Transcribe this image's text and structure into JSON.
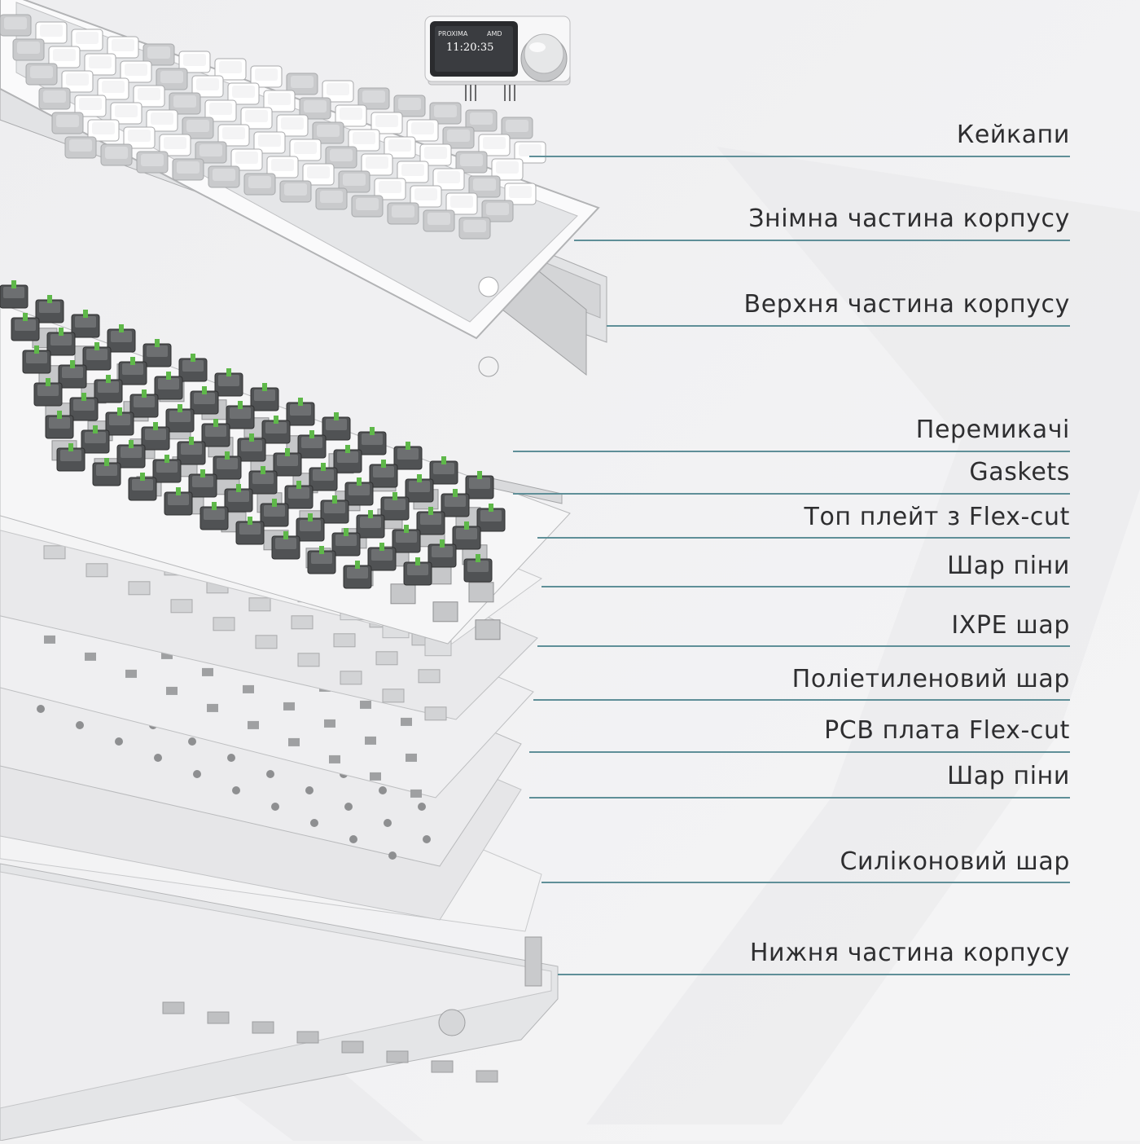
{
  "display_module": {
    "brand_left": "PROXIMA",
    "brand_right": "AMD",
    "time": "11:20:35"
  },
  "callouts": [
    {
      "id": "keycaps",
      "text": "Кейкапи"
    },
    {
      "id": "removable-case-part",
      "text": "Знімна частина корпусу"
    },
    {
      "id": "top-case",
      "text": "Верхня частина корпусу"
    },
    {
      "id": "switches",
      "text": "Перемикачі"
    },
    {
      "id": "gaskets",
      "text": "Gaskets"
    },
    {
      "id": "top-plate",
      "text": "Топ плейт з Flex-cut"
    },
    {
      "id": "foam-layer-1",
      "text": "Шар піни"
    },
    {
      "id": "ixpe-layer",
      "text": "IXPE шар"
    },
    {
      "id": "polyethylene-layer",
      "text": "Поліетиленовий шар"
    },
    {
      "id": "pcb",
      "text": "PCB плата Flex-cut"
    },
    {
      "id": "foam-layer-2",
      "text": "Шар піни"
    },
    {
      "id": "silicone-layer",
      "text": "Силіконовий шар"
    },
    {
      "id": "bottom-case",
      "text": "Нижня частина корпусу"
    }
  ],
  "colors": {
    "background": "#f1f1f2",
    "leader_line": "#5f8f98",
    "label_text": "#2e2e30",
    "switch_stem": "#5fb84a",
    "key_light": "#ffffff",
    "key_grey": "#c9cacc"
  }
}
